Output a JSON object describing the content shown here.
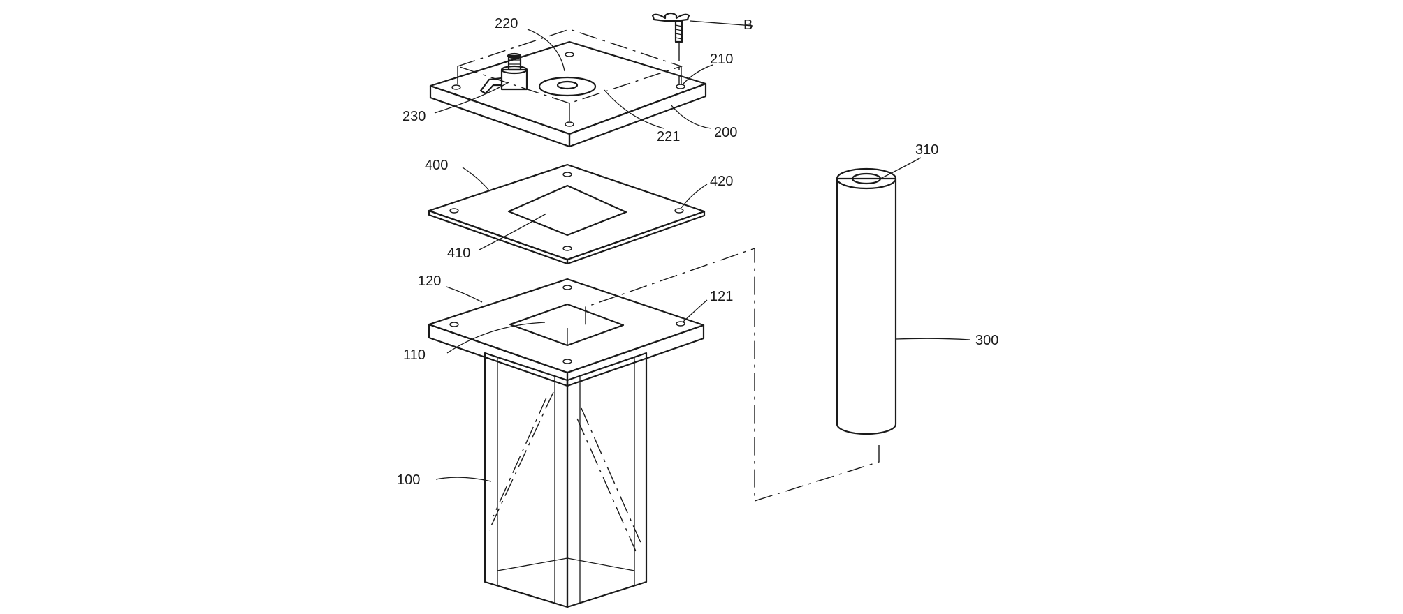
{
  "figure": {
    "labels": {
      "cover_plate": "200",
      "cover_flange": "210",
      "cover_port": "220",
      "port_ring": "221",
      "valve": "230",
      "bolt": "B",
      "gasket": "400",
      "gasket_opening": "410",
      "gasket_holes": "420",
      "housing": "100",
      "housing_opening": "110",
      "housing_flange": "120",
      "flange_holes": "121",
      "filter": "300",
      "filter_bore": "310"
    }
  }
}
